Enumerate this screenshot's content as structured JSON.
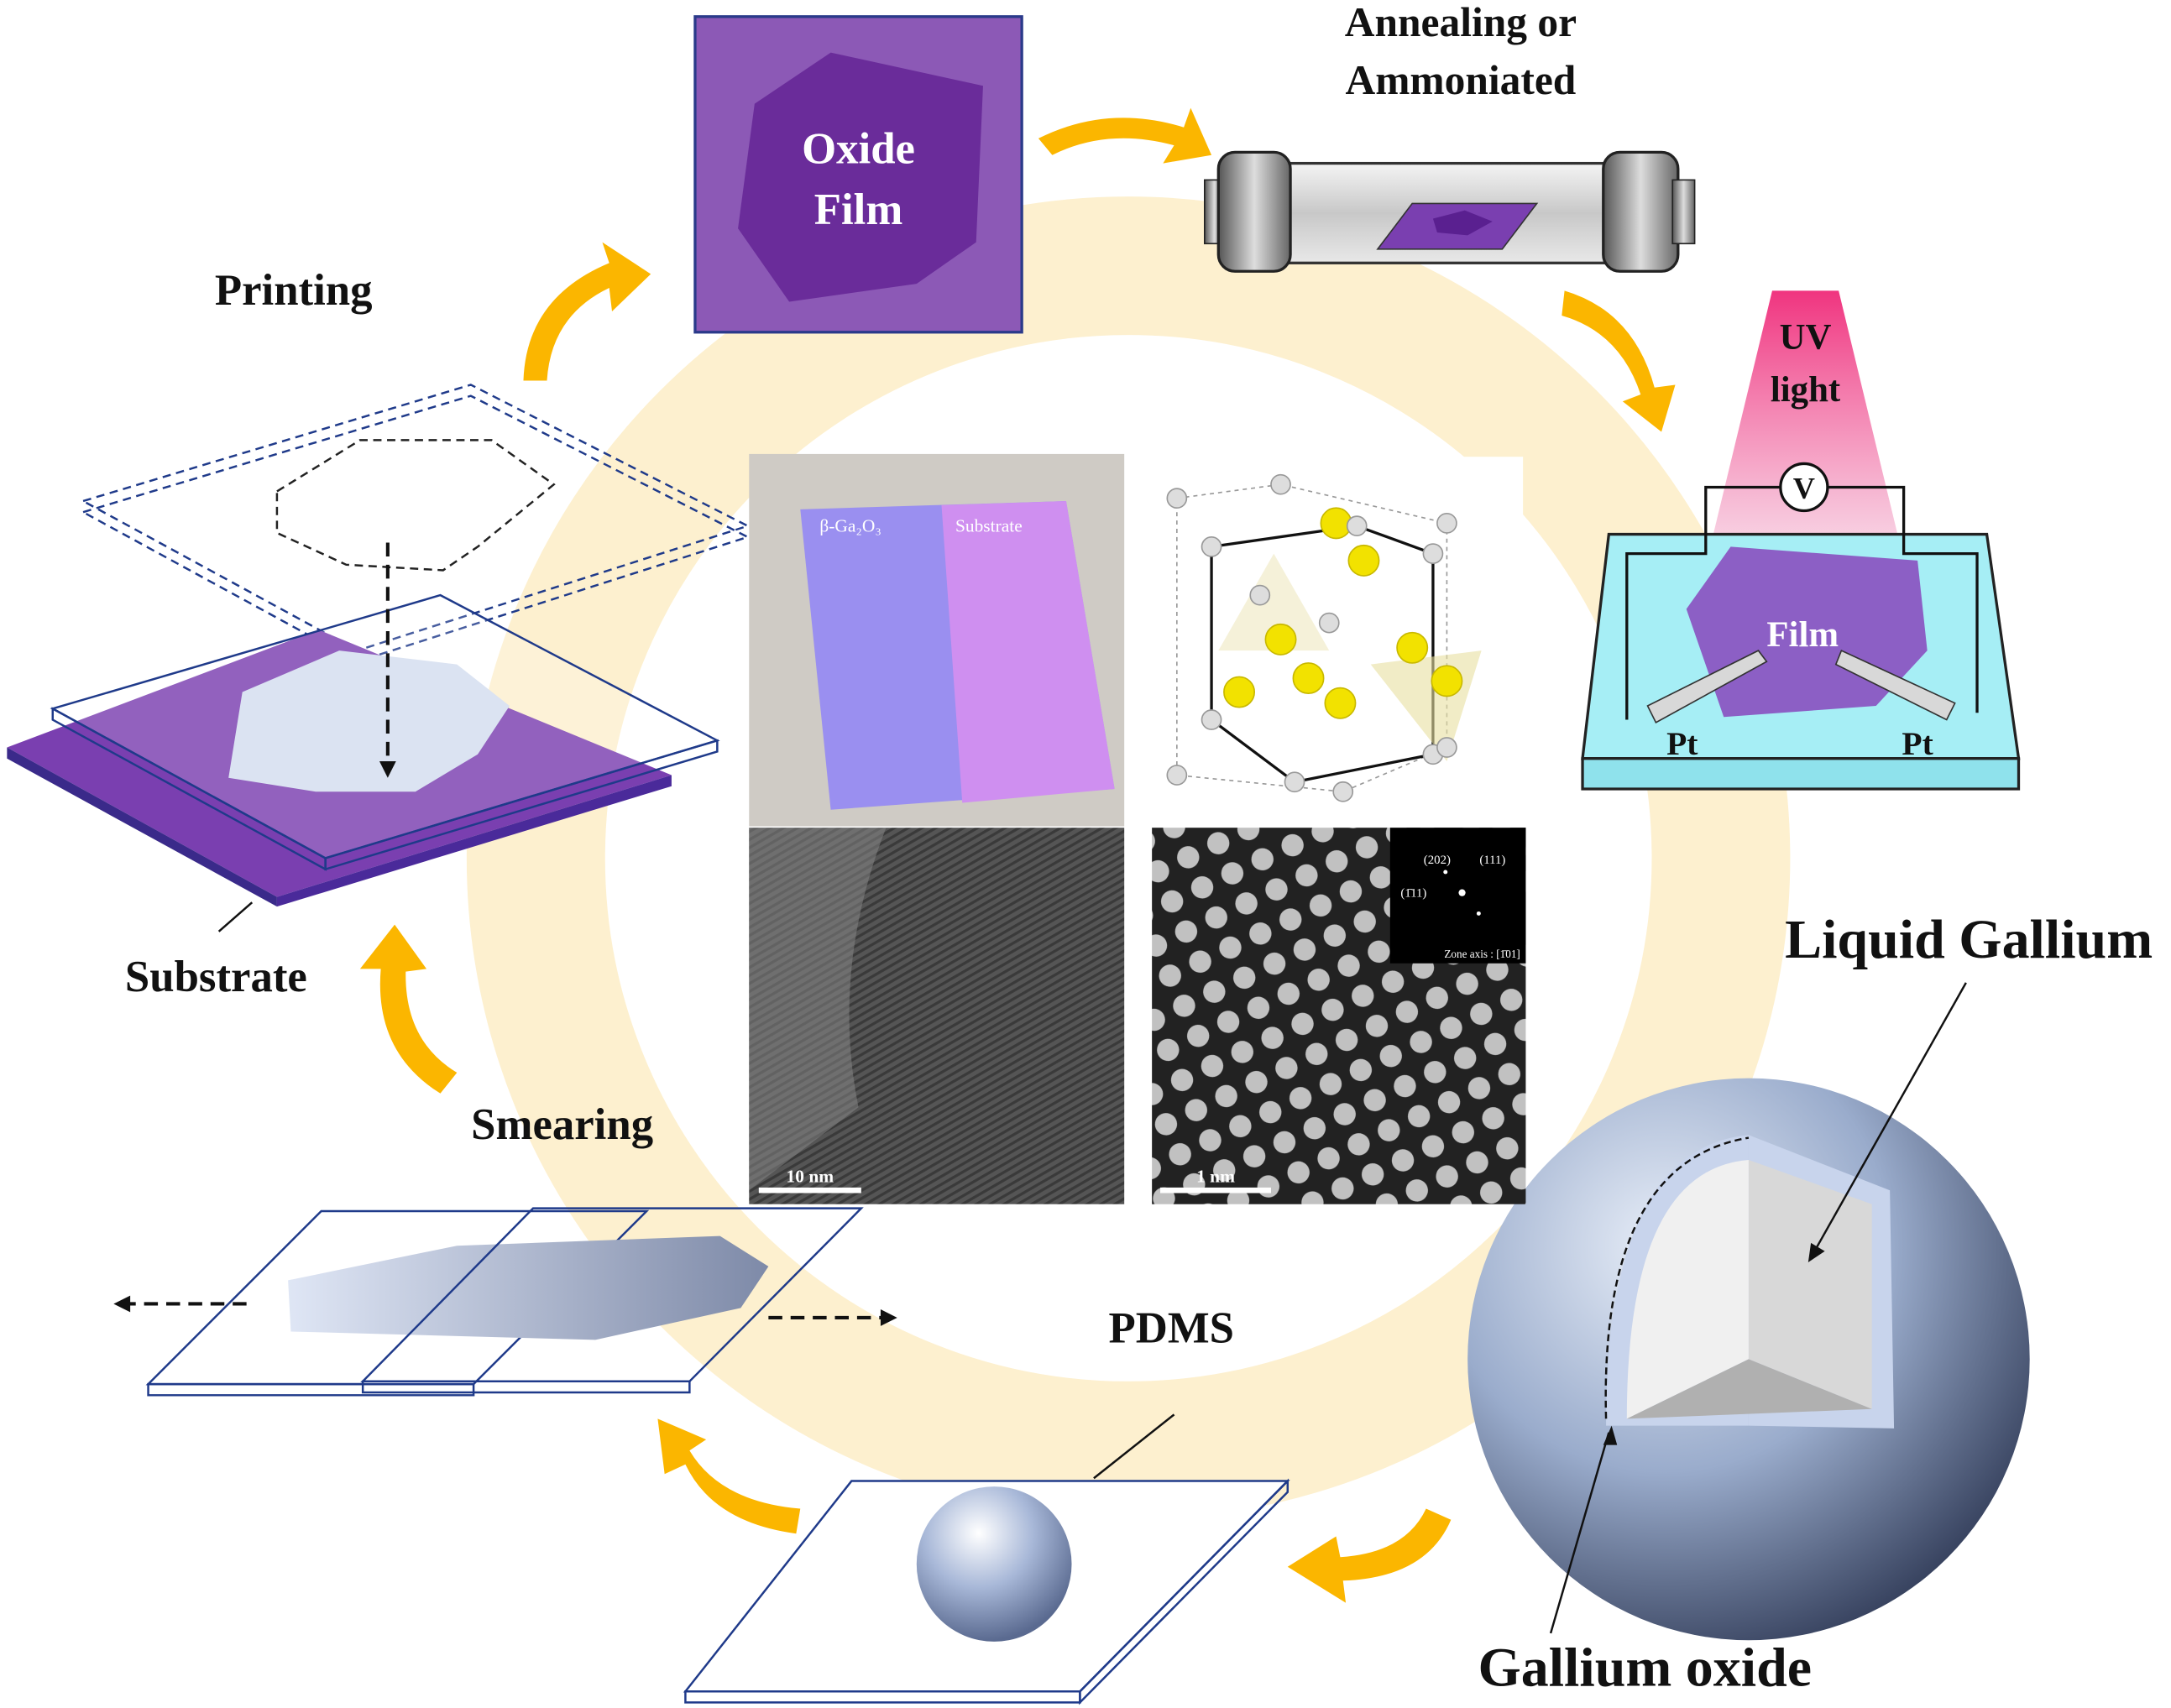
{
  "labels": {
    "oxide_film_1": "Oxide",
    "oxide_film_2": "Film",
    "annealing_1": "Annealing or",
    "annealing_2": "Ammoniated",
    "uv_1": "UV",
    "uv_2": "light",
    "voltmeter": "V",
    "film": "Film",
    "pt_left": "Pt",
    "pt_right": "Pt",
    "printing": "Printing",
    "substrate": "Substrate",
    "smearing": "Smearing",
    "pdms": "PDMS",
    "liquid_gallium": "Liquid Gallium",
    "gallium_oxide": "Gallium oxide"
  },
  "insets": {
    "photo_left": "β-Ga₂O₃",
    "photo_right": "Substrate",
    "tem_scale": "10 nm",
    "hrtem_scale": "1 nm",
    "fft_202": "(202)",
    "fft_111": "(111)",
    "fft_1-11": "(1̄11)",
    "zone_axis": "Zone axis : [1̄01]"
  },
  "colors": {
    "ring": "#fdf0cf",
    "arrow": "#fbb600",
    "film": "#8c59b6",
    "film_dark": "#6a2c9a",
    "plate": "#1f3a8a"
  }
}
